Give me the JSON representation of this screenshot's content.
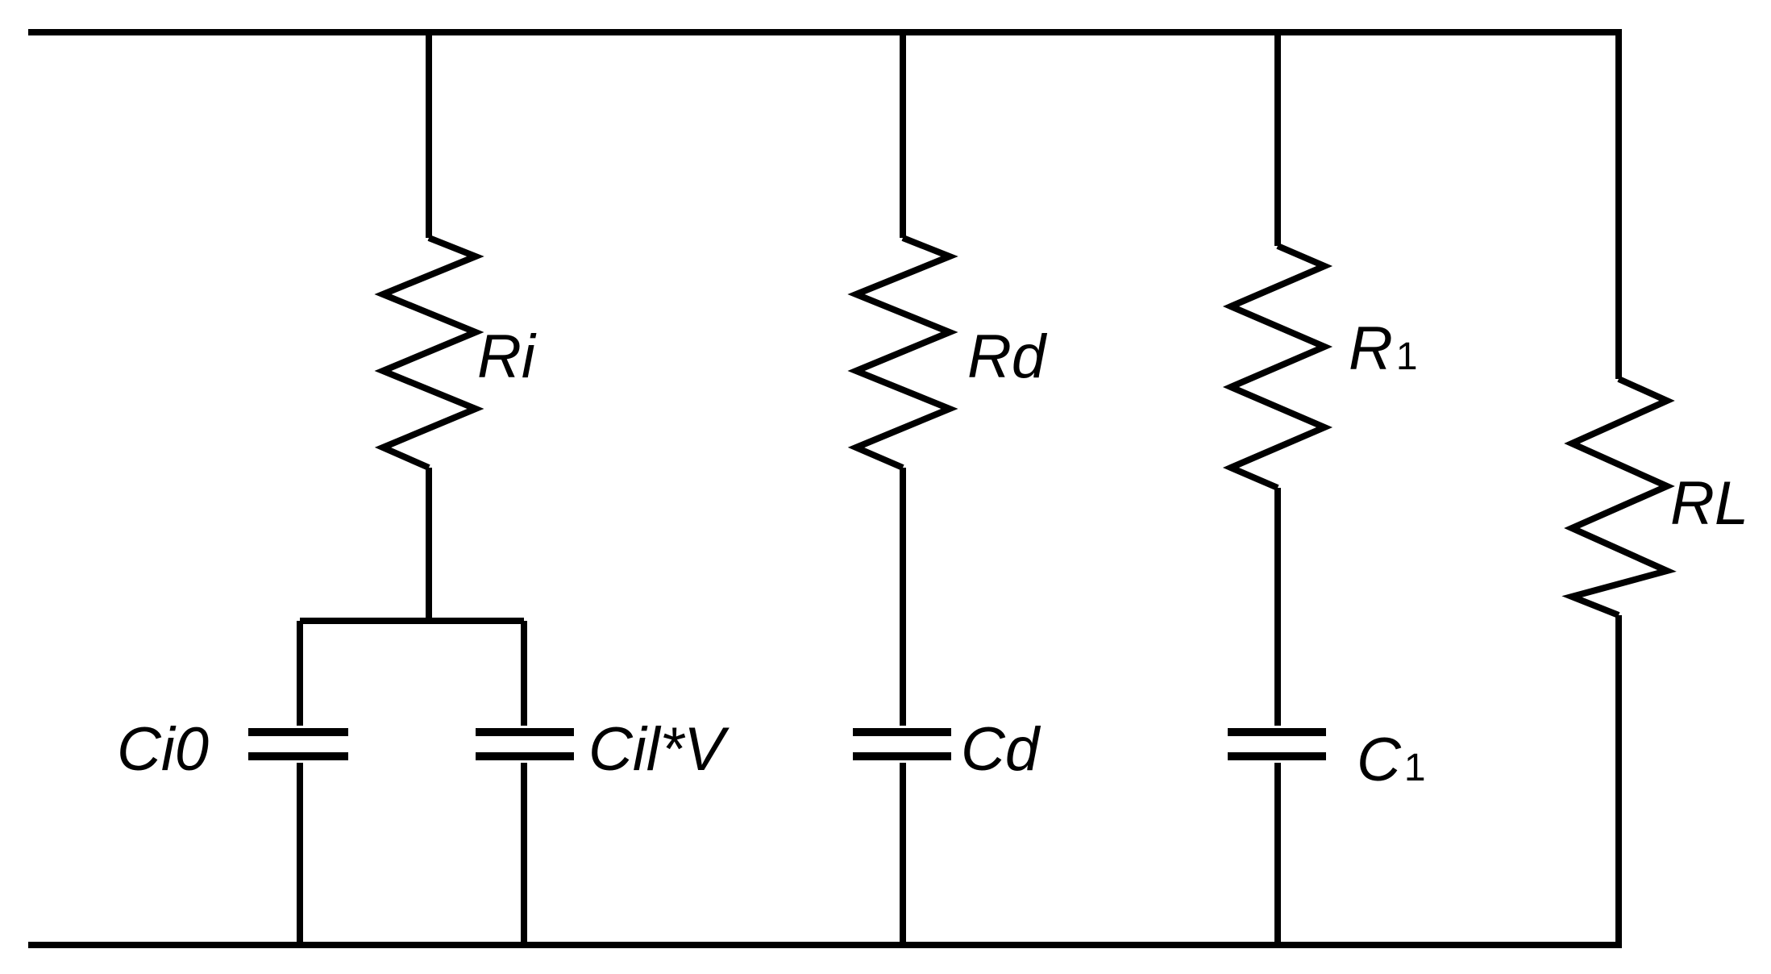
{
  "components": {
    "Ri": {
      "name": "Ri"
    },
    "Rd": {
      "name": "Rd"
    },
    "R1": {
      "base": "R",
      "sub": "1"
    },
    "RL": {
      "name": "RL"
    },
    "Ci0": {
      "name": "Ci0"
    },
    "CilV": {
      "name": "Cil*V"
    },
    "Cd": {
      "name": "Cd"
    },
    "C1": {
      "base": "C",
      "sub": "1"
    }
  },
  "colors": {
    "line": "#000000",
    "background": "#ffffff"
  }
}
